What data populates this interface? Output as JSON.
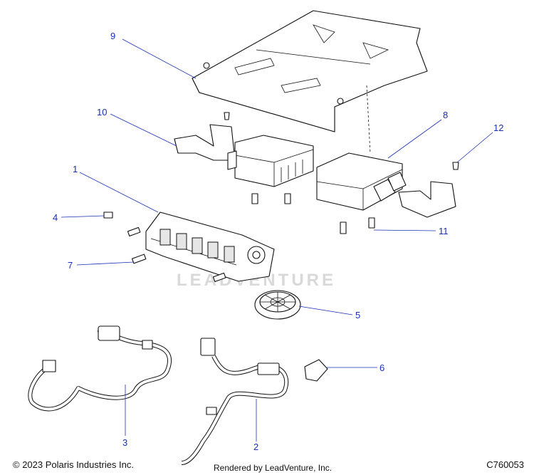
{
  "callouts": {
    "c1": "1",
    "c2": "2",
    "c3": "3",
    "c4": "4",
    "c5": "5",
    "c6": "6",
    "c7": "7",
    "c8": "8",
    "c9": "9",
    "c10": "10",
    "c11": "11",
    "c12": "12"
  },
  "footer": {
    "copyright": "© 2023 Polaris Industries Inc.",
    "rendered_by": "Rendered by LeadVenture, Inc.",
    "diagram_code": "C760053"
  },
  "watermark": "LEADVENTURE",
  "colors": {
    "callout": "#1a2fb5",
    "line": "#111111",
    "watermark": "#d9d9d9"
  }
}
